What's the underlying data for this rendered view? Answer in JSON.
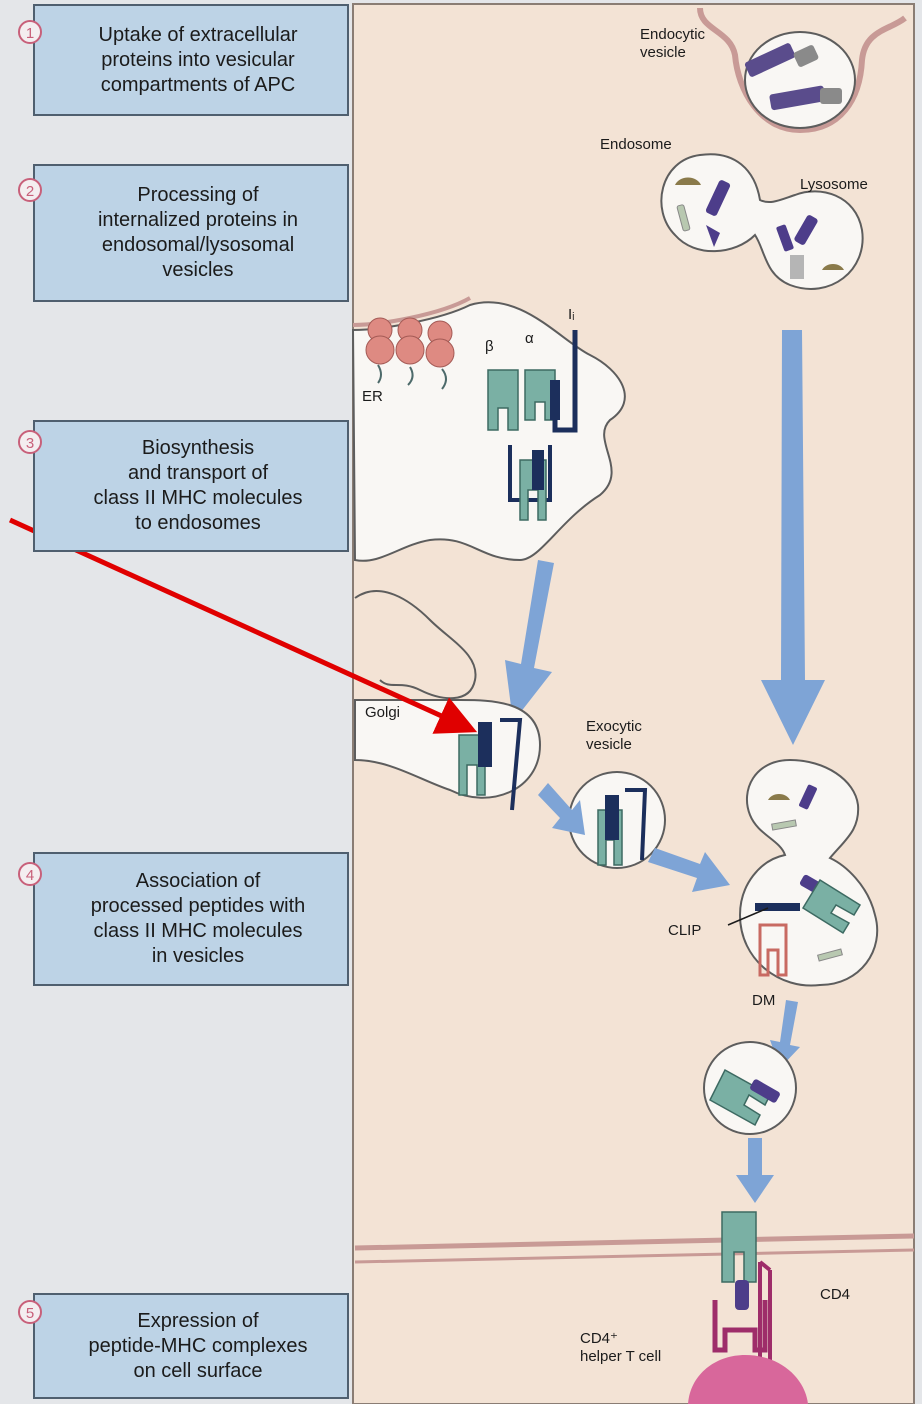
{
  "steps": [
    {
      "num": "1",
      "text": "Uptake of extracellular\nproteins into vesicular\ncompartments of APC"
    },
    {
      "num": "2",
      "text": "Processing of\ninternalized proteins in\nendosomal/lysosomal\nvesicles"
    },
    {
      "num": "3",
      "text": "Biosynthesis\nand transport of\nclass II MHC molecules\nto endosomes"
    },
    {
      "num": "4",
      "text": "Association of\nprocessed peptides with\nclass II MHC molecules\nin vesicles"
    },
    {
      "num": "5",
      "text": "Expression of\npeptide-MHC complexes\non cell surface"
    }
  ],
  "labels": {
    "endocytic_vesicle": "Endocytic\nvesicle",
    "endosome": "Endosome",
    "lysosome": "Lysosome",
    "er": "ER",
    "beta": "β",
    "alpha": "α",
    "ii": "Iᵢ",
    "golgi": "Golgi",
    "exocytic_vesicle": "Exocytic\nvesicle",
    "clip": "CLIP",
    "dm": "DM",
    "cd4": "CD4",
    "helper_t_cell": "CD4⁺\nhelper T cell"
  },
  "colors": {
    "cell_bg": "#f3e3d5",
    "box_bg": "#bdd3e6",
    "membrane": "#c89a96",
    "arrow_blue": "#7ea4d6",
    "pointer_red": "#e00000",
    "mhc_teal": "#7ab0a4",
    "ii_navy": "#1c2f5c",
    "peptide_purple": "#4d3d8a",
    "ribosome_pink": "#de8a82",
    "t_cell_pink": "#d8679b",
    "dm_red": "#c86a62"
  }
}
